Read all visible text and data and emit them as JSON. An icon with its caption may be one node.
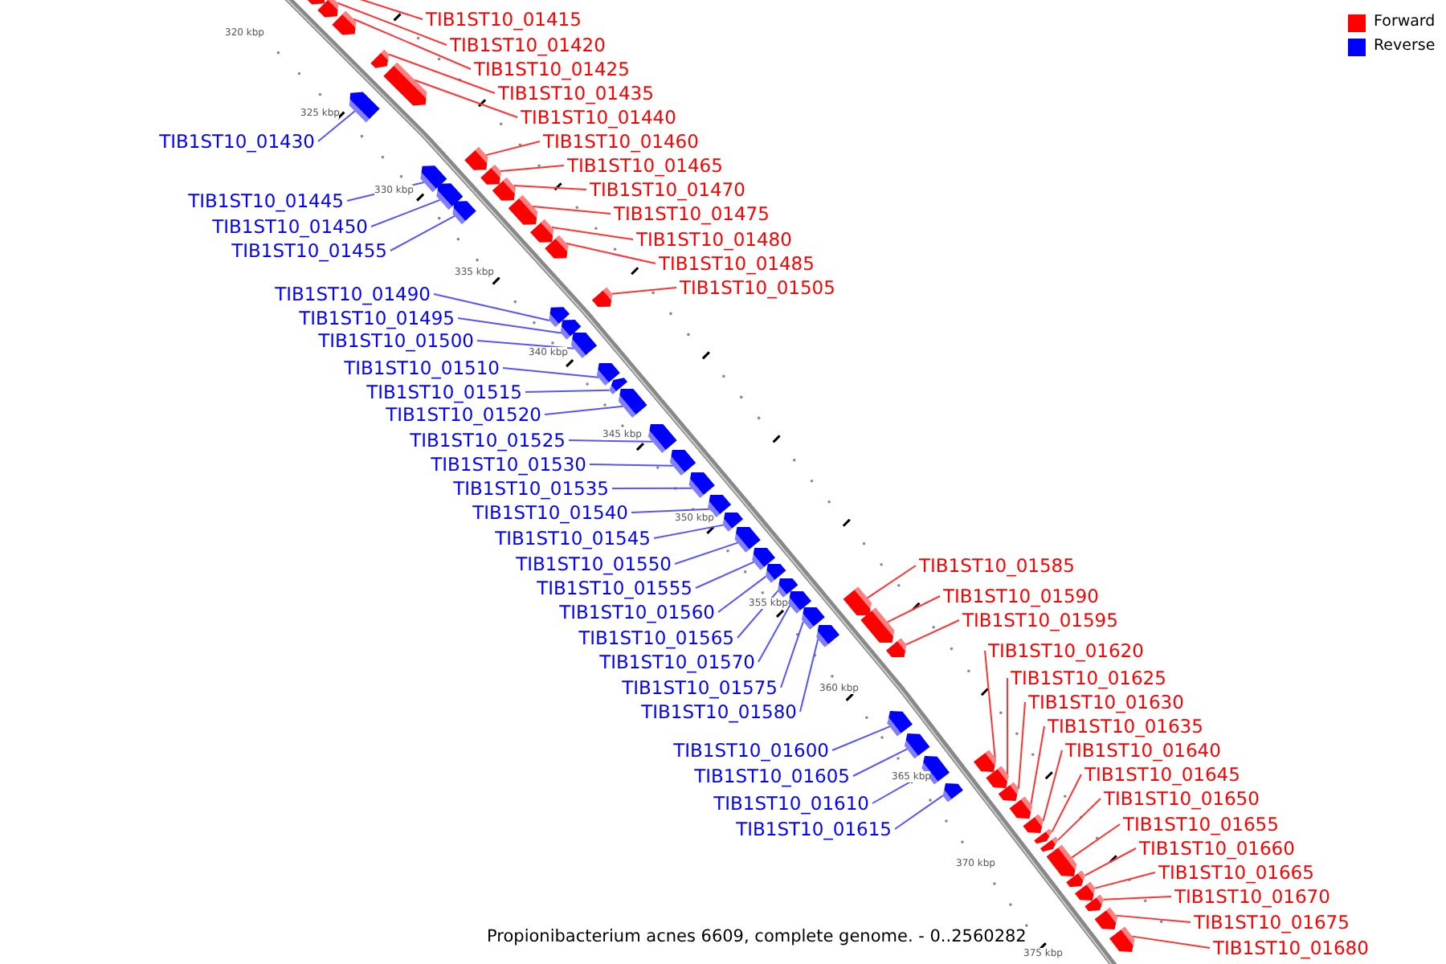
{
  "diagram": {
    "caption": "Propionibacterium acnes 6609, complete genome. - 0..2560282",
    "nodes": [
      {
        "text": [
          "TIB1ST10_01415"
        ]
      },
      {
        "text": [],
        "shape": "arrow"
      },
      {
        "text": [
          "TIB1ST10_01420"
        ]
      },
      {
        "text": [],
        "shape": "arrow"
      },
      {
        "text": [
          "TIB1ST10_01425"
        ]
      },
      {
        "text": [],
        "shape": "arrow"
      },
      {
        "text": [
          "TIB1ST10_01430"
        ]
      },
      {
        "text": [],
        "shape": "arrow"
      },
      {
        "text": [
          "TIB1ST10_01435"
        ]
      },
      {
        "text": [],
        "shape": "arrow"
      },
      {
        "text": [
          "TIB1ST10_01440"
        ]
      },
      {
        "text": [],
        "shape": "arrow"
      },
      {
        "text": [
          "TIB1ST10_01445"
        ]
      },
      {
        "text": [],
        "shape": "arrow"
      },
      {
        "text": [
          "TIB1ST10_01450"
        ]
      },
      {
        "text": [],
        "shape": "arrow"
      },
      {
        "text": [
          "TIB1ST10_01455"
        ]
      },
      {
        "text": [],
        "shape": "arrow"
      },
      {
        "text": [
          "TIB1ST10_01460"
        ]
      },
      {
        "text": [],
        "shape": "arrow"
      },
      {
        "text": [
          "TIB1ST10_01465"
        ]
      },
      {
        "text": [],
        "shape": "arrow"
      },
      {
        "text": [
          "TIB1ST10_01470"
        ]
      },
      {
        "text": [],
        "shape": "arrow"
      },
      {
        "text": [
          "TIB1ST10_01475"
        ]
      },
      {
        "text": [],
        "shape": "arrow"
      },
      {
        "text": [
          "TIB1ST10_01480"
        ]
      },
      {
        "text": [],
        "shape": "arrow"
      },
      {
        "text": [
          "TIB1ST10_01485"
        ]
      },
      {
        "text": [],
        "shape": "arrow"
      },
      {
        "text": [
          "TIB1ST10_01490"
        ]
      },
      {
        "text": [],
        "shape": "arrow"
      },
      {
        "text": [
          "TIB1ST10_01495"
        ]
      },
      {
        "text": [],
        "shape": "arrow"
      },
      {
        "text": [
          "TIB1ST10_01500"
        ]
      },
      {
        "text": [],
        "shape": "arrow"
      },
      {
        "text": [
          "TIB1ST10_01505"
        ]
      },
      {
        "text": [],
        "shape": "arrow"
      },
      {
        "text": [
          "TIB1ST10_01510"
        ]
      },
      {
        "text": [],
        "shape": "arrow"
      },
      {
        "text": [
          "TIB1ST10_01515"
        ]
      },
      {
        "text": [],
        "shape": "arrow"
      },
      {
        "text": [
          "TIB1ST10_01520"
        ]
      },
      {
        "text": [],
        "shape": "arrow"
      },
      {
        "text": [
          "TIB1ST10_01525"
        ]
      },
      {
        "text": [],
        "shape": "arrow"
      },
      {
        "text": [
          "TIB1ST10_01530"
        ]
      },
      {
        "text": [],
        "shape": "arrow"
      },
      {
        "text": [
          "TIB1ST10_01535"
        ]
      },
      {
        "text": [],
        "shape": "arrow"
      },
      {
        "text": [
          "TIB1ST10_01540"
        ]
      },
      {
        "text": [],
        "shape": "arrow"
      },
      {
        "text": [
          "TIB1ST10_01545"
        ]
      },
      {
        "text": [],
        "shape": "arrow"
      },
      {
        "text": [
          "TIB1ST10_01550"
        ]
      },
      {
        "text": [],
        "shape": "arrow"
      },
      {
        "text": [
          "TIB1ST10_01555"
        ]
      },
      {
        "text": [],
        "shape": "arrow"
      },
      {
        "text": [
          "TIB1ST10_01560"
        ]
      },
      {
        "text": [],
        "shape": "arrow"
      },
      {
        "text": [
          "TIB1ST10_01565"
        ]
      },
      {
        "text": [],
        "shape": "arrow"
      },
      {
        "text": [
          "TIB1ST10_01570"
        ]
      },
      {
        "text": [],
        "shape": "arrow"
      },
      {
        "text": [
          "TIB1ST10_01575"
        ]
      },
      {
        "text": [],
        "shape": "arrow"
      },
      {
        "text": [
          "TIB1ST10_01580"
        ]
      },
      {
        "text": [],
        "shape": "arrow"
      },
      {
        "text": [
          "TIB1ST10_01585"
        ]
      },
      {
        "text": [],
        "shape": "arrow"
      },
      {
        "text": [
          "TIB1ST10_01590"
        ]
      },
      {
        "text": [],
        "shape": "arrow"
      },
      {
        "text": [
          "TIB1ST10_01595"
        ]
      },
      {
        "text": [],
        "shape": "arrow"
      },
      {
        "text": [
          "TIB1ST10_01600"
        ]
      },
      {
        "text": [],
        "shape": "arrow"
      },
      {
        "text": [
          "TIB1ST10_01605"
        ]
      },
      {
        "text": [],
        "shape": "arrow"
      },
      {
        "text": [
          "TIB1ST10_01610"
        ]
      },
      {
        "text": [],
        "shape": "arrow"
      },
      {
        "text": [
          "TIB1ST10_01615"
        ]
      },
      {
        "text": [],
        "shape": "arrow"
      },
      {
        "text": [
          "TIB1ST10_01620"
        ]
      },
      {
        "text": [],
        "shape": "arrow"
      },
      {
        "text": [
          "TIB1ST10_01625"
        ]
      },
      {
        "text": [],
        "shape": "arrow"
      },
      {
        "text": [
          "TIB1ST10_01630"
        ]
      },
      {
        "text": [],
        "shape": "arrow"
      },
      {
        "text": [
          "TIB1ST10_01635"
        ]
      },
      {
        "text": [],
        "shape": "arrow"
      },
      {
        "text": [
          "TIB1ST10_01640"
        ]
      },
      {
        "text": [],
        "shape": "arrow"
      },
      {
        "text": [
          "TIB1ST10_01645"
        ]
      },
      {
        "text": [],
        "shape": "arrow"
      },
      {
        "text": [
          "TIB1ST10_01650"
        ]
      },
      {
        "text": [],
        "shape": "arrow"
      },
      {
        "text": [
          "TIB1ST10_01655"
        ]
      },
      {
        "text": [],
        "shape": "arrow"
      },
      {
        "text": [
          "TIB1ST10_01660"
        ]
      },
      {
        "text": [],
        "shape": "arrow"
      },
      {
        "text": [
          "TIB1ST10_01665"
        ]
      },
      {
        "text": [],
        "shape": "arrow"
      },
      {
        "text": [
          "TIB1ST10_01670"
        ]
      },
      {
        "text": [],
        "shape": "arrow"
      },
      {
        "text": [
          "TIB1ST10_01675"
        ]
      },
      {
        "text": [],
        "shape": "arrow"
      },
      {
        "text": [
          "TIB1ST10_01680"
        ]
      },
      {
        "text": [],
        "shape": "arrow"
      }
    ],
    "edges": [
      {
        "from": 0,
        "to": 1,
        "arrow": "none"
      },
      {
        "from": 2,
        "to": 3,
        "arrow": "none"
      },
      {
        "from": 4,
        "to": 5,
        "arrow": "none"
      },
      {
        "from": 6,
        "to": 7,
        "arrow": "none",
        "color": "#5555ff"
      },
      {
        "from": 8,
        "to": 9,
        "arrow": "none"
      },
      {
        "from": 10,
        "to": 11,
        "arrow": "none"
      },
      {
        "from": 12,
        "to": 13,
        "arrow": "none",
        "color": "#5555ff"
      },
      {
        "from": 14,
        "to": 15,
        "arrow": "none",
        "color": "#5555ff"
      },
      {
        "from": 16,
        "to": 17,
        "arrow": "none",
        "color": "#5555ff"
      },
      {
        "from": 18,
        "to": 19,
        "arrow": "none"
      },
      {
        "from": 20,
        "to": 21,
        "arrow": "none"
      },
      {
        "from": 22,
        "to": 23,
        "arrow": "none"
      },
      {
        "from": 24,
        "to": 25,
        "arrow": "none"
      },
      {
        "from": 26,
        "to": 27,
        "arrow": "none"
      },
      {
        "from": 28,
        "to": 29,
        "arrow": "none"
      },
      {
        "from": 30,
        "to": 31,
        "arrow": "none",
        "color": "#5555ff"
      },
      {
        "from": 32,
        "to": 33,
        "arrow": "none",
        "color": "#5555ff"
      },
      {
        "from": 34,
        "to": 35,
        "arrow": "none",
        "color": "#5555ff"
      },
      {
        "from": 36,
        "to": 37,
        "arrow": "none"
      },
      {
        "from": 38,
        "to": 39,
        "arrow": "none",
        "color": "#5555ff"
      },
      {
        "from": 40,
        "to": 41,
        "arrow": "none",
        "color": "#5555ff"
      },
      {
        "from": 42,
        "to": 43,
        "arrow": "none",
        "color": "#5555ff"
      },
      {
        "from": 44,
        "to": 45,
        "arrow": "none",
        "color": "#5555ff"
      },
      {
        "from": 46,
        "to": 47,
        "arrow": "none",
        "color": "#5555ff"
      },
      {
        "from": 48,
        "to": 49,
        "arrow": "none",
        "color": "#5555ff"
      },
      {
        "from": 50,
        "to": 51,
        "arrow": "none",
        "color": "#5555ff"
      },
      {
        "from": 52,
        "to": 53,
        "arrow": "none",
        "color": "#5555ff"
      },
      {
        "from": 54,
        "to": 55,
        "arrow": "none",
        "color": "#5555ff"
      },
      {
        "from": 56,
        "to": 57,
        "arrow": "none",
        "color": "#5555ff"
      },
      {
        "from": 58,
        "to": 59,
        "arrow": "none",
        "color": "#5555ff"
      },
      {
        "from": 60,
        "to": 61,
        "arrow": "none",
        "color": "#5555ff"
      },
      {
        "from": 62,
        "to": 63,
        "arrow": "none",
        "color": "#5555ff"
      },
      {
        "from": 64,
        "to": 65,
        "arrow": "none",
        "color": "#5555ff"
      },
      {
        "from": 66,
        "to": 67,
        "arrow": "none",
        "color": "#5555ff"
      },
      {
        "from": 68,
        "to": 69,
        "arrow": "none"
      },
      {
        "from": 70,
        "to": 71,
        "arrow": "none"
      },
      {
        "from": 72,
        "to": 73,
        "arrow": "none"
      },
      {
        "from": 74,
        "to": 75,
        "arrow": "none",
        "color": "#5555ff"
      },
      {
        "from": 76,
        "to": 77,
        "arrow": "none",
        "color": "#5555ff"
      },
      {
        "from": 78,
        "to": 79,
        "arrow": "none",
        "color": "#5555ff"
      },
      {
        "from": 80,
        "to": 81,
        "arrow": "none",
        "color": "#5555ff"
      },
      {
        "from": 82,
        "to": 83,
        "arrow": "none"
      },
      {
        "from": 84,
        "to": 85,
        "arrow": "none"
      },
      {
        "from": 86,
        "to": 87,
        "arrow": "none"
      },
      {
        "from": 88,
        "to": 89,
        "arrow": "none"
      },
      {
        "from": 90,
        "to": 91,
        "arrow": "none"
      },
      {
        "from": 92,
        "to": 93,
        "arrow": "none"
      },
      {
        "from": 94,
        "to": 95,
        "arrow": "none"
      },
      {
        "from": 96,
        "to": 97,
        "arrow": "none"
      },
      {
        "from": 98,
        "to": 99,
        "arrow": "none"
      },
      {
        "from": 100,
        "to": 101,
        "arrow": "none"
      },
      {
        "from": 102,
        "to": 103,
        "arrow": "none"
      },
      {
        "from": 104,
        "to": 105,
        "arrow": "none"
      },
      {
        "from": 106,
        "to": 107,
        "arrow": "none"
      }
    ],
    "labels": [
      "320 kbp",
      "325 kbp",
      "330 kbp",
      "335 kbp",
      "340 kbp",
      "345 kbp",
      "350 kbp",
      "355 kbp",
      "360 kbp",
      "365 kbp",
      "370 kbp",
      "375 kbp"
    ],
    "legend": [
      {
        "text": "Forward",
        "color": "#ff0000"
      },
      {
        "text": "Reverse",
        "color": "#0000ff"
      }
    ]
  }
}
